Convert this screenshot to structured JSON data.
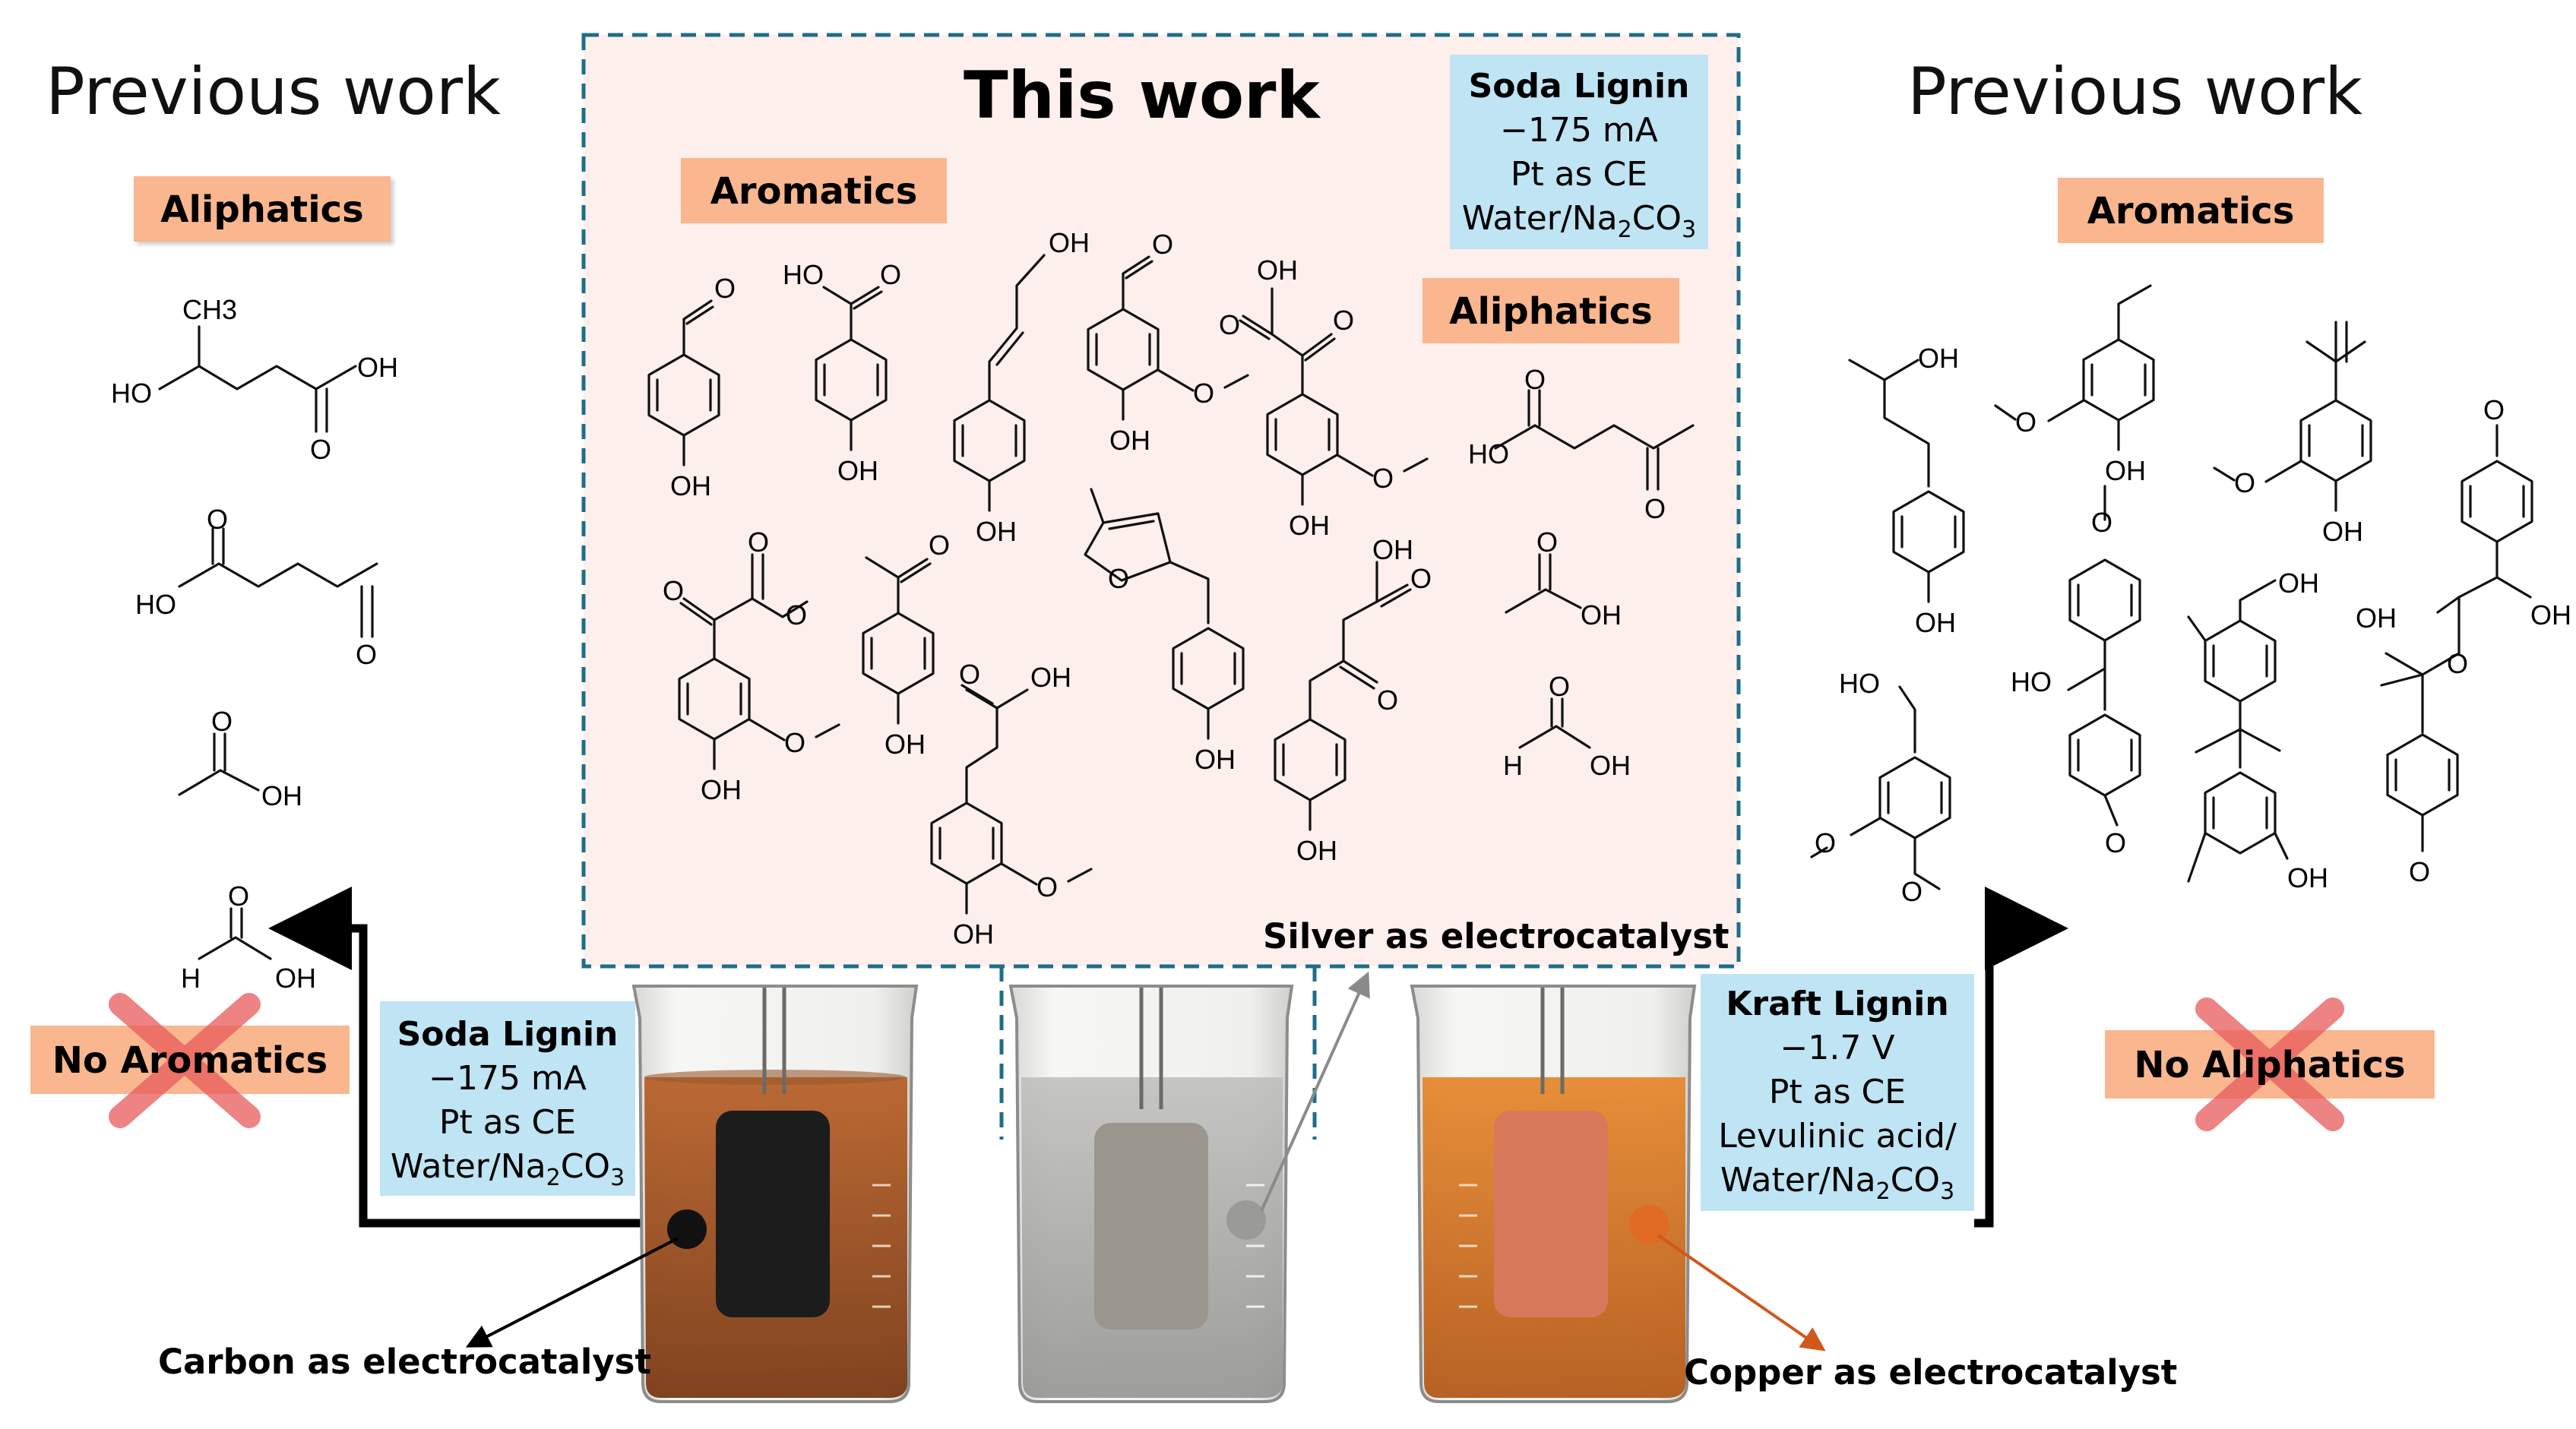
{
  "headings": {
    "left": "Previous work",
    "center": "This work",
    "right": "Previous work"
  },
  "tags": {
    "left_aliphatics": "Aliphatics",
    "center_aromatics": "Aromatics",
    "center_aliphatics": "Aliphatics",
    "right_aromatics": "Aromatics",
    "no_aromatics": "No Aromatics",
    "no_aliphatics": "No Aliphatics"
  },
  "conditions": {
    "this_work": {
      "title": "Soda Lignin",
      "current": "−175 mA",
      "counter": "Pt as CE",
      "medium": "Water/Na",
      "medium_sub": "2",
      "medium_tail": "CO",
      "medium_sub2": "3"
    },
    "left": {
      "title": "Soda Lignin",
      "current": "−175 mA",
      "counter": "Pt as CE",
      "medium": "Water/Na",
      "medium_sub": "2",
      "medium_tail": "CO",
      "medium_sub2": "3"
    },
    "right": {
      "title": "Kraft Lignin",
      "potential": "−1.7 V",
      "counter": "Pt as CE",
      "medium_a": "Levulinic acid/",
      "medium": "Water/Na",
      "medium_sub": "2",
      "medium_tail": "CO",
      "medium_sub2": "3"
    }
  },
  "catalysts": {
    "carbon": "Carbon as electrocatalyst",
    "silver": "Silver as electrocatalyst",
    "copper": "Copper as electrocatalyst"
  },
  "atoms": {
    "oh": "OH",
    "ho": "HO",
    "o": "O",
    "h": "H",
    "ch3": "CH3"
  },
  "colors": {
    "tag_fill": "#f9b68f",
    "cond_fill": "#bfe4f3",
    "this_work_bg": "#fcefec",
    "dash_border": "#1f6e86",
    "cross": "#e85a5a",
    "carbon_electrode": "#1c1c1c",
    "silver_electrode": "#9a968e",
    "copper_electrode": "#d8785a",
    "solution_brown": "#a5521e",
    "solution_orange": "#d9742a",
    "solution_grey": "#a8a8a6"
  },
  "icons": [
    "beaker-icon",
    "electrode-icon",
    "cross-icon",
    "arrow-icon"
  ]
}
